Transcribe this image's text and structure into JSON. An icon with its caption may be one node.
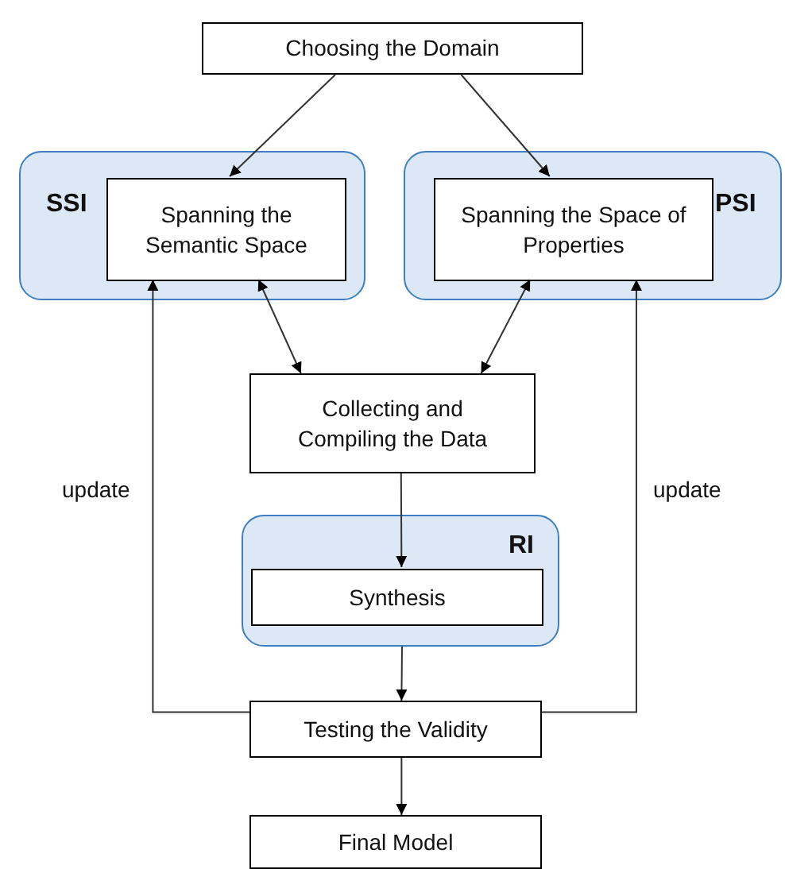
{
  "diagram": {
    "nodes": [
      {
        "text": [
          "Choosing the Domain"
        ]
      },
      {
        "text": [
          "SSI"
        ]
      },
      {
        "text": [
          "Spanning the Semantic Space"
        ],
        "in": 1
      },
      {
        "text": [
          "PSI"
        ]
      },
      {
        "text": [
          "Spanning the Space of Properties"
        ],
        "in": 3
      },
      {
        "text": [
          "Collecting and Compiling the Data"
        ]
      },
      {
        "text": [
          "RI"
        ]
      },
      {
        "text": [
          "Synthesis"
        ],
        "in": 6
      },
      {
        "text": [
          "Testing the Validity"
        ]
      },
      {
        "text": [
          "Final Model"
        ]
      }
    ],
    "edges": [
      {
        "from": 0,
        "to": 2,
        "arrow": "to"
      },
      {
        "from": 0,
        "to": 4,
        "arrow": "to"
      },
      {
        "from": 5,
        "to": 2,
        "arrow": "both"
      },
      {
        "from": 5,
        "to": 4,
        "arrow": "both"
      },
      {
        "from": 5,
        "to": 7,
        "arrow": "to"
      },
      {
        "from": 6,
        "to": 8,
        "arrow": "to"
      },
      {
        "from": 8,
        "to": 9,
        "arrow": "to"
      },
      {
        "from": 8,
        "to": 2,
        "arrow": "to",
        "label": "update"
      },
      {
        "from": 8,
        "to": 4,
        "arrow": "to",
        "label": "update"
      }
    ]
  }
}
